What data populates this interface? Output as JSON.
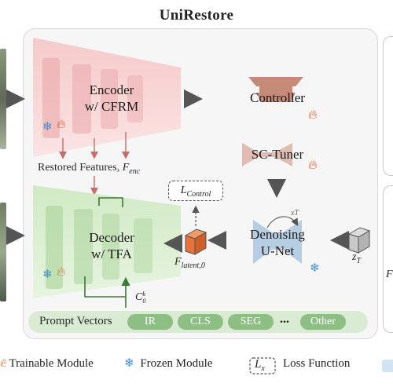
{
  "title": "UniRestore",
  "encoder": {
    "line1": "Encoder",
    "line2": "w/ CFRM"
  },
  "decoder": {
    "line1": "Decoder",
    "line2": "w/ TFA"
  },
  "controller": "Controller",
  "sc_tuner": "SC-Tuner",
  "unet": {
    "line1": "Denoising",
    "line2": "U-Net"
  },
  "restored_features": {
    "text": "Restored Features, ",
    "symbol": "F",
    "sub": "enc"
  },
  "loss_control": {
    "symbol": "L",
    "sub": "Control"
  },
  "f_latent": {
    "symbol": "F",
    "sub": "latent,0"
  },
  "z_t": {
    "symbol": "z",
    "sub": "T"
  },
  "x_t": "xT",
  "c0k": {
    "symbol": "C",
    "sub": "0",
    "sup": "k"
  },
  "prompt": {
    "label": "Prompt Vectors",
    "items": [
      "IR",
      "CLS",
      "SEG",
      "Other"
    ],
    "ellipsis": "..."
  },
  "legend": {
    "trainable": "Trainable Module",
    "frozen": "Frozen Module",
    "loss_symbol": "L",
    "loss_sub": "x",
    "loss": "Loss Function"
  },
  "right_edge_label": "F",
  "colors": {
    "encoder": "#f2b7b7",
    "decoder": "#bfe2b0",
    "tuner": "#f6d3c5",
    "unet": "#cfe0f1",
    "prompt_pill": "#8dbf85",
    "trainable": "#e25a2c",
    "frozen": "#3f8fd8",
    "latent_cube": "#e8733a",
    "noise_cube": "#c9c9c9"
  },
  "icons": {
    "trainable": "flame-icon",
    "frozen": "snowflake-icon"
  }
}
